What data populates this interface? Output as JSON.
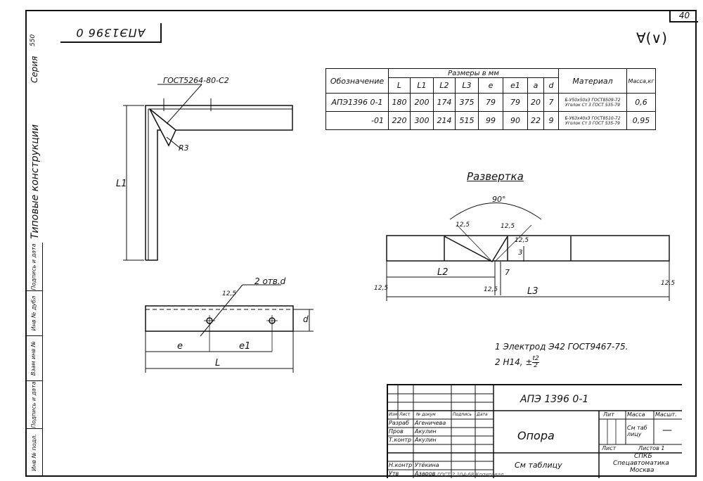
{
  "sheet": {
    "number": "40",
    "stamp_code": "АПЭ1396 0",
    "weld_symbol": "∀(∨)",
    "series_label": "Серия",
    "series_number": "550",
    "series_title": "Типовые конструкции"
  },
  "side_strip": [
    "Инв № подл.",
    "Подпись и дата",
    "Взам инв №",
    "Инв № дубл",
    "Подпись и дата"
  ],
  "main_view": {
    "standard": "ГОСТ5264-80-С2",
    "radius": "R3",
    "dim_L1": "L1"
  },
  "plan_view": {
    "holes_note": "2 отв.d",
    "rough": "12,5",
    "dim_d": "d",
    "dim_e": "e",
    "dim_e1": "e1",
    "dim_L": "L"
  },
  "table": {
    "header_main": "Обозначение",
    "header_sizes": "Размеры   в мм",
    "header_material": "Материал",
    "header_mass": "Масса,кг",
    "columns": [
      "L",
      "L1",
      "L2",
      "L3",
      "e",
      "e1",
      "a",
      "d"
    ],
    "rows": [
      {
        "designation": "АПЭ1396 0-1",
        "values": [
          "180",
          "200",
          "174",
          "375",
          "79",
          "79",
          "20",
          "7"
        ],
        "material_top": "Б-У50х50х3 ГОСТ8509-72",
        "material_prefix": "Уголок",
        "material_bottom": "Ст 3 ГОСТ 535-79",
        "mass": "0,6"
      },
      {
        "designation": "-01",
        "values": [
          "220",
          "300",
          "214",
          "515",
          "99",
          "90",
          "22",
          "9"
        ],
        "material_top": "Б-У63х40х3 ГОСТ8510-72",
        "material_prefix": "Уголок",
        "material_bottom": "Ст 3 ГОСТ 535-79",
        "mass": "0,95"
      }
    ]
  },
  "development": {
    "title": "Развертка",
    "angle": "90°",
    "r1": "12,5",
    "r2": "12,5",
    "r3": "12,5",
    "dim_3": "3",
    "dim_7": "7",
    "dim_L2": "L2",
    "dim_L3": "L3",
    "rough_left": "12,5",
    "rough_mid": "12,5",
    "rough_right": "12,5"
  },
  "notes": {
    "n1": "1 Электрод Э42 ГОСТ9467-75.",
    "n2_prefix": "2 Н14, ±",
    "n2_num": "t2",
    "n2_den": "2"
  },
  "title_block": {
    "code": "АПЭ 1396 0-1",
    "name": "Опора",
    "material": "См таблицу",
    "hdr_lit": "Лит",
    "hdr_mass": "Масса",
    "hdr_scale": "Масшт.",
    "mass_value": "См таб лицу",
    "scale_value": "—",
    "sheet_label": "Лист",
    "sheets_label": "Листов 1",
    "org1": "СПКБ",
    "org2": "Спецавтоматика",
    "org3": "Москва",
    "cols": [
      "Изм",
      "Лист",
      "№ докум",
      "Подпись",
      "Дата"
    ],
    "people": [
      [
        "Разраб",
        "Агеничева"
      ],
      [
        "Пров",
        "Акулин"
      ],
      [
        "Т.контр",
        "Акулин"
      ],
      [
        "",
        ""
      ],
      [
        "Н.контр",
        "Утёкина"
      ],
      [
        "Утв",
        "Азаров"
      ]
    ],
    "bottom_line": "ГОСТ 2.104-68  Копировал"
  }
}
